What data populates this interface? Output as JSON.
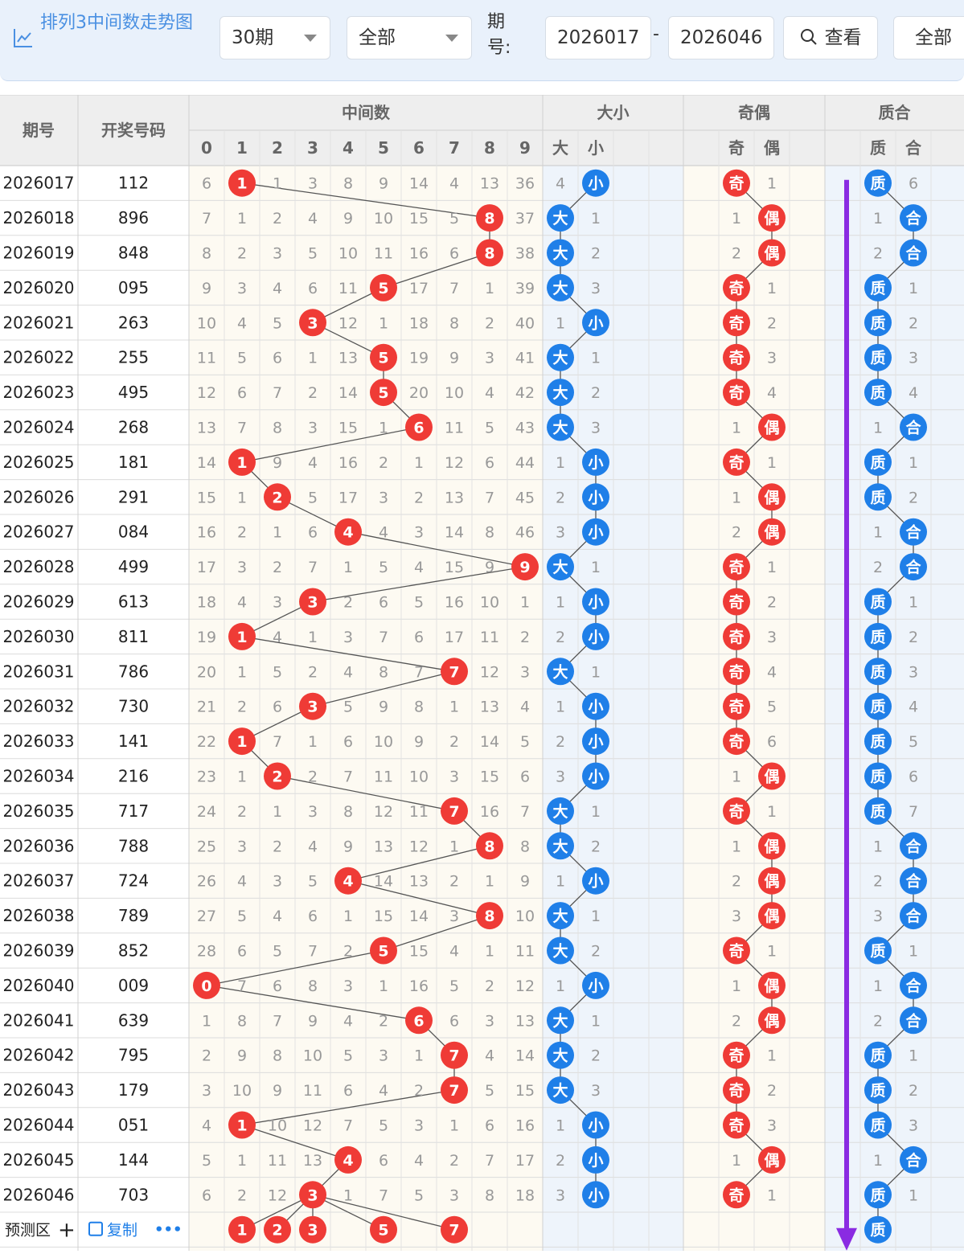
{
  "toolbar": {
    "title": "排列3中间数走势图",
    "period_select": "30期",
    "type_select": "全部",
    "period_label": "期号:",
    "start_issue": "2026017",
    "dash": "-",
    "end_issue": "2026046",
    "view_button": "查看",
    "all_button": "全部"
  },
  "header": {
    "issue": "期号",
    "number": "开奖号码",
    "middle": "中间数",
    "size": "大小",
    "parity": "奇偶",
    "prime": "质合",
    "digits": [
      "0",
      "1",
      "2",
      "3",
      "4",
      "5",
      "6",
      "7",
      "8",
      "9"
    ],
    "size_cols": [
      "大",
      "小"
    ],
    "parity_cols": [
      "奇",
      "偶"
    ],
    "prime_cols": [
      "质",
      "合"
    ]
  },
  "colors": {
    "red": "#ef3b36",
    "blue": "#1f7fe8",
    "purple": "#8a2be2",
    "header_bg": "#eeeeee",
    "mid_bg": "#fdfaf2",
    "size_bg": "#eef4fb",
    "parity_bg": "#fdfaf2",
    "prime_bg": "#eef4fb"
  },
  "rows": [
    {
      "issue": "2026017",
      "number": "112",
      "mid": [
        6,
        "●1",
        1,
        3,
        8,
        9,
        14,
        4,
        13,
        36
      ],
      "size": [
        4,
        "●小"
      ],
      "parity": [
        "●奇",
        1
      ],
      "prime": [
        "●质",
        6
      ]
    },
    {
      "issue": "2026018",
      "number": "896",
      "mid": [
        7,
        1,
        2,
        4,
        9,
        10,
        15,
        5,
        "●8",
        37
      ],
      "size": [
        "●大",
        1
      ],
      "parity": [
        1,
        "●偶"
      ],
      "prime": [
        1,
        "●合"
      ]
    },
    {
      "issue": "2026019",
      "number": "848",
      "mid": [
        8,
        2,
        3,
        5,
        10,
        11,
        16,
        6,
        "●8",
        38
      ],
      "size": [
        "●大",
        2
      ],
      "parity": [
        2,
        "●偶"
      ],
      "prime": [
        2,
        "●合"
      ]
    },
    {
      "issue": "2026020",
      "number": "095",
      "mid": [
        9,
        3,
        4,
        6,
        11,
        "●5",
        17,
        7,
        1,
        39
      ],
      "size": [
        "●大",
        3
      ],
      "parity": [
        "●奇",
        1
      ],
      "prime": [
        "●质",
        1
      ]
    },
    {
      "issue": "2026021",
      "number": "263",
      "mid": [
        10,
        4,
        5,
        "●3",
        12,
        1,
        18,
        8,
        2,
        40
      ],
      "size": [
        1,
        "●小"
      ],
      "parity": [
        "●奇",
        2
      ],
      "prime": [
        "●质",
        2
      ]
    },
    {
      "issue": "2026022",
      "number": "255",
      "mid": [
        11,
        5,
        6,
        1,
        13,
        "●5",
        19,
        9,
        3,
        41
      ],
      "size": [
        "●大",
        1
      ],
      "parity": [
        "●奇",
        3
      ],
      "prime": [
        "●质",
        3
      ]
    },
    {
      "issue": "2026023",
      "number": "495",
      "mid": [
        12,
        6,
        7,
        2,
        14,
        "●5",
        20,
        10,
        4,
        42
      ],
      "size": [
        "●大",
        2
      ],
      "parity": [
        "●奇",
        4
      ],
      "prime": [
        "●质",
        4
      ]
    },
    {
      "issue": "2026024",
      "number": "268",
      "mid": [
        13,
        7,
        8,
        3,
        15,
        1,
        "●6",
        11,
        5,
        43
      ],
      "size": [
        "●大",
        3
      ],
      "parity": [
        1,
        "●偶"
      ],
      "prime": [
        1,
        "●合"
      ]
    },
    {
      "issue": "2026025",
      "number": "181",
      "mid": [
        14,
        "●1",
        9,
        4,
        16,
        2,
        1,
        12,
        6,
        44
      ],
      "size": [
        1,
        "●小"
      ],
      "parity": [
        "●奇",
        1
      ],
      "prime": [
        "●质",
        1
      ]
    },
    {
      "issue": "2026026",
      "number": "291",
      "mid": [
        15,
        1,
        "●2",
        5,
        17,
        3,
        2,
        13,
        7,
        45
      ],
      "size": [
        2,
        "●小"
      ],
      "parity": [
        1,
        "●偶"
      ],
      "prime": [
        "●质",
        2
      ]
    },
    {
      "issue": "2026027",
      "number": "084",
      "mid": [
        16,
        2,
        1,
        6,
        "●4",
        4,
        3,
        14,
        8,
        46
      ],
      "size": [
        3,
        "●小"
      ],
      "parity": [
        2,
        "●偶"
      ],
      "prime": [
        1,
        "●合"
      ]
    },
    {
      "issue": "2026028",
      "number": "499",
      "mid": [
        17,
        3,
        2,
        7,
        1,
        5,
        4,
        15,
        9,
        "●9"
      ],
      "size": [
        "●大",
        1
      ],
      "parity": [
        "●奇",
        1
      ],
      "prime": [
        2,
        "●合"
      ]
    },
    {
      "issue": "2026029",
      "number": "613",
      "mid": [
        18,
        4,
        3,
        "●3",
        2,
        6,
        5,
        16,
        10,
        1
      ],
      "size": [
        1,
        "●小"
      ],
      "parity": [
        "●奇",
        2
      ],
      "prime": [
        "●质",
        1
      ]
    },
    {
      "issue": "2026030",
      "number": "811",
      "mid": [
        19,
        "●1",
        4,
        1,
        3,
        7,
        6,
        17,
        11,
        2
      ],
      "size": [
        2,
        "●小"
      ],
      "parity": [
        "●奇",
        3
      ],
      "prime": [
        "●质",
        2
      ]
    },
    {
      "issue": "2026031",
      "number": "786",
      "mid": [
        20,
        1,
        5,
        2,
        4,
        8,
        7,
        "●7",
        12,
        3
      ],
      "size": [
        "●大",
        1
      ],
      "parity": [
        "●奇",
        4
      ],
      "prime": [
        "●质",
        3
      ]
    },
    {
      "issue": "2026032",
      "number": "730",
      "mid": [
        21,
        2,
        6,
        "●3",
        5,
        9,
        8,
        1,
        13,
        4
      ],
      "size": [
        1,
        "●小"
      ],
      "parity": [
        "●奇",
        5
      ],
      "prime": [
        "●质",
        4
      ]
    },
    {
      "issue": "2026033",
      "number": "141",
      "mid": [
        22,
        "●1",
        7,
        1,
        6,
        10,
        9,
        2,
        14,
        5
      ],
      "size": [
        2,
        "●小"
      ],
      "parity": [
        "●奇",
        6
      ],
      "prime": [
        "●质",
        5
      ]
    },
    {
      "issue": "2026034",
      "number": "216",
      "mid": [
        23,
        1,
        "●2",
        2,
        7,
        11,
        10,
        3,
        15,
        6
      ],
      "size": [
        3,
        "●小"
      ],
      "parity": [
        1,
        "●偶"
      ],
      "prime": [
        "●质",
        6
      ]
    },
    {
      "issue": "2026035",
      "number": "717",
      "mid": [
        24,
        2,
        1,
        3,
        8,
        12,
        11,
        "●7",
        16,
        7
      ],
      "size": [
        "●大",
        1
      ],
      "parity": [
        "●奇",
        1
      ],
      "prime": [
        "●质",
        7
      ]
    },
    {
      "issue": "2026036",
      "number": "788",
      "mid": [
        25,
        3,
        2,
        4,
        9,
        13,
        12,
        1,
        "●8",
        8
      ],
      "size": [
        "●大",
        2
      ],
      "parity": [
        1,
        "●偶"
      ],
      "prime": [
        1,
        "●合"
      ]
    },
    {
      "issue": "2026037",
      "number": "724",
      "mid": [
        26,
        4,
        3,
        5,
        "●4",
        14,
        13,
        2,
        1,
        9
      ],
      "size": [
        1,
        "●小"
      ],
      "parity": [
        2,
        "●偶"
      ],
      "prime": [
        2,
        "●合"
      ]
    },
    {
      "issue": "2026038",
      "number": "789",
      "mid": [
        27,
        5,
        4,
        6,
        1,
        15,
        14,
        3,
        "●8",
        10
      ],
      "size": [
        "●大",
        1
      ],
      "parity": [
        3,
        "●偶"
      ],
      "prime": [
        3,
        "●合"
      ]
    },
    {
      "issue": "2026039",
      "number": "852",
      "mid": [
        28,
        6,
        5,
        7,
        2,
        "●5",
        15,
        4,
        1,
        11
      ],
      "size": [
        "●大",
        2
      ],
      "parity": [
        "●奇",
        1
      ],
      "prime": [
        "●质",
        1
      ]
    },
    {
      "issue": "2026040",
      "number": "009",
      "mid": [
        "●0",
        7,
        6,
        8,
        3,
        1,
        16,
        5,
        2,
        12
      ],
      "size": [
        1,
        "●小"
      ],
      "parity": [
        1,
        "●偶"
      ],
      "prime": [
        1,
        "●合"
      ]
    },
    {
      "issue": "2026041",
      "number": "639",
      "mid": [
        1,
        8,
        7,
        9,
        4,
        2,
        "●6",
        6,
        3,
        13
      ],
      "size": [
        "●大",
        1
      ],
      "parity": [
        2,
        "●偶"
      ],
      "prime": [
        2,
        "●合"
      ]
    },
    {
      "issue": "2026042",
      "number": "795",
      "mid": [
        2,
        9,
        8,
        10,
        5,
        3,
        1,
        "●7",
        4,
        14
      ],
      "size": [
        "●大",
        2
      ],
      "parity": [
        "●奇",
        1
      ],
      "prime": [
        "●质",
        1
      ]
    },
    {
      "issue": "2026043",
      "number": "179",
      "mid": [
        3,
        10,
        9,
        11,
        6,
        4,
        2,
        "●7",
        5,
        15
      ],
      "size": [
        "●大",
        3
      ],
      "parity": [
        "●奇",
        2
      ],
      "prime": [
        "●质",
        2
      ]
    },
    {
      "issue": "2026044",
      "number": "051",
      "mid": [
        4,
        "●1",
        10,
        12,
        7,
        5,
        3,
        1,
        6,
        16
      ],
      "size": [
        1,
        "●小"
      ],
      "parity": [
        "●奇",
        3
      ],
      "prime": [
        "●质",
        3
      ]
    },
    {
      "issue": "2026045",
      "number": "144",
      "mid": [
        5,
        1,
        11,
        13,
        "●4",
        6,
        4,
        2,
        7,
        17
      ],
      "size": [
        2,
        "●小"
      ],
      "parity": [
        1,
        "●偶"
      ],
      "prime": [
        1,
        "●合"
      ]
    },
    {
      "issue": "2026046",
      "number": "703",
      "mid": [
        6,
        2,
        12,
        "●3",
        1,
        7,
        5,
        3,
        8,
        18
      ],
      "size": [
        3,
        "●小"
      ],
      "parity": [
        "●奇",
        1
      ],
      "prime": [
        "●质",
        1
      ]
    }
  ],
  "predict": {
    "label": "预测区",
    "plus": "+",
    "copy": "复制",
    "more": "•••",
    "mid_balls": [
      "1",
      "2",
      "3",
      "5",
      "7"
    ],
    "prime_ball": "质"
  }
}
